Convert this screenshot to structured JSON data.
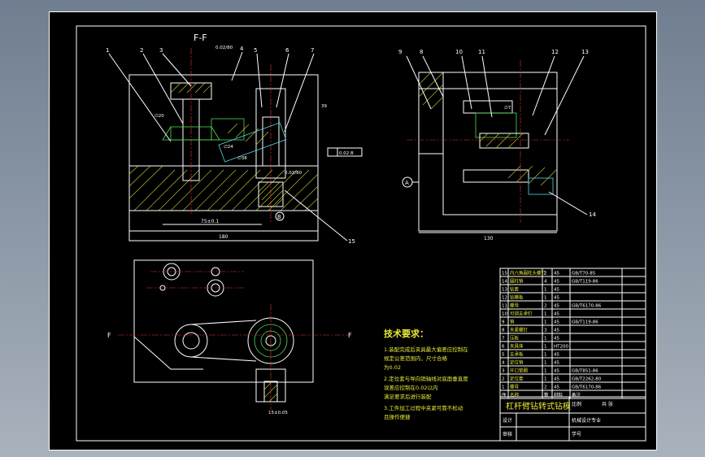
{
  "section": {
    "label": "F-F",
    "left": "F",
    "right": "F"
  },
  "view_a": {
    "label": "A"
  },
  "view_b": {
    "label": "B"
  },
  "balloons_left": [
    "1",
    "2",
    "3",
    "4",
    "5",
    "6",
    "7",
    "15"
  ],
  "balloons_right": [
    "9",
    "8",
    "10",
    "11",
    "12",
    "13",
    "14"
  ],
  "dims": {
    "top_tol": "0.02/80",
    "w_left": "180",
    "base_left": "75±0.1",
    "w_right": "130",
    "small": "15±0.05",
    "box1": "0.02 B",
    "box2": "0.02/80",
    "v1": "39",
    "v2": "∅24",
    "v3": "∅38",
    "v4": "∅20",
    "v5": "∅7"
  },
  "tech": {
    "title": "技术要求：",
    "lines": [
      "1.装配完成后夹具最大偏差应控制在",
      "  规定公差范围内，尺寸合格",
      "  为0.02",
      "2.定位套与导向销轴线对底面垂直度",
      "  误差应控制在0.02以内",
      "  满足要求后进行装配",
      "3.工件加工过程中夹紧可靠不松动",
      "  且操作便捷"
    ]
  },
  "bom": [
    [
      "15",
      "内六角圆柱头螺钉",
      "2",
      "45",
      "GB/T70-85",
      ""
    ],
    [
      "14",
      "圆柱销",
      "4",
      "45",
      "GB/T119-86",
      ""
    ],
    [
      "13",
      "钻套",
      "1",
      "45",
      "",
      ""
    ],
    [
      "12",
      "钻模板",
      "1",
      "45",
      "",
      ""
    ],
    [
      "11",
      "螺母",
      "2",
      "45",
      "GB/T6170-86",
      ""
    ],
    [
      "10",
      "可调支承钉",
      "1",
      "45",
      "",
      ""
    ],
    [
      "9",
      "销",
      "1",
      "45",
      "GB/T119-86",
      ""
    ],
    [
      "8",
      "夹紧螺钉",
      "3",
      "45",
      "",
      ""
    ],
    [
      "7",
      "压板",
      "1",
      "45",
      "",
      ""
    ],
    [
      "6",
      "夹具体",
      "1",
      "HT200",
      "",
      ""
    ],
    [
      "5",
      "支承板",
      "1",
      "45",
      "",
      ""
    ],
    [
      "4",
      "定位销",
      "1",
      "45",
      "",
      ""
    ],
    [
      "3",
      "开口垫圈",
      "1",
      "45",
      "GB/T851-86",
      ""
    ],
    [
      "2",
      "定位套",
      "1",
      "45",
      "GB/T2262-80",
      ""
    ],
    [
      "1",
      "螺母",
      "2",
      "45",
      "GB/T6170-86",
      ""
    ],
    [
      "序",
      "名称",
      "数",
      "材料",
      "备注",
      ""
    ]
  ],
  "title_block": {
    "name": "杠杆臂钻转式钻模",
    "scale": "比例",
    "sheets": "共 张",
    "designer": "设计",
    "checker": "审核",
    "school": "机械设计专业",
    "id": "学号"
  }
}
